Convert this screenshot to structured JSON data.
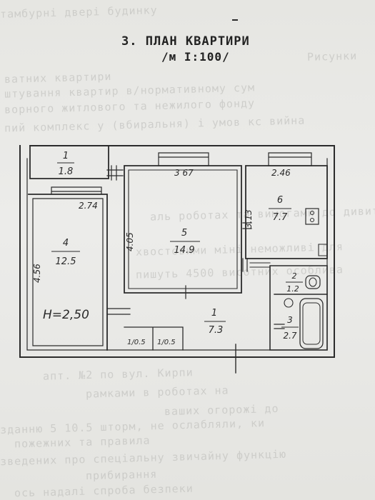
{
  "doc": {
    "title": "3. ПЛАН КВАРТИРИ",
    "scale": "/м I:100/"
  },
  "background_text": [
    "тамбурні двері будинку",
    "ватних квартири",
    "штування квартир в/нормативному сум",
    "ворного житлового та нежилого фонду",
    "пий комплекс у (вбиральня) і умов кс вийна",
    "Рисунки",
    "аль роботах та вимогами до дивиться",
    "хвостовими міні неможливі для",
    "пишуть 4500 висотних особлива",
    "апт. №2 по вул. Кирпи",
    "рамками в роботах на",
    "ваших огорожі до",
    "зданню 5 10.5 шторм, не ослабляли, ки",
    "пожежних та правила",
    "зведених про спеціальну звичайну функцію",
    "прибирання",
    "ось надалі спроба безпеки"
  ],
  "rooms": [
    {
      "id": "1",
      "area": "1.8"
    },
    {
      "id": "4",
      "area": "12.5"
    },
    {
      "id": "5",
      "area": "14.9"
    },
    {
      "id": "6",
      "area": "7.7"
    },
    {
      "id": "1",
      "area": "7.3"
    },
    {
      "id": "2",
      "area": "1.2"
    },
    {
      "id": "3",
      "area": "2.7"
    }
  ],
  "dimensions": {
    "room5_width": "3 67",
    "room6_width": "2.46",
    "room4_width": "2.74",
    "room5_depth": "4.05",
    "room6_depth": "3.13",
    "room4_depth": "4.56",
    "closet_a": "1/0.5",
    "closet_b": "1/0.5"
  },
  "ceiling_height": "H=2,50"
}
